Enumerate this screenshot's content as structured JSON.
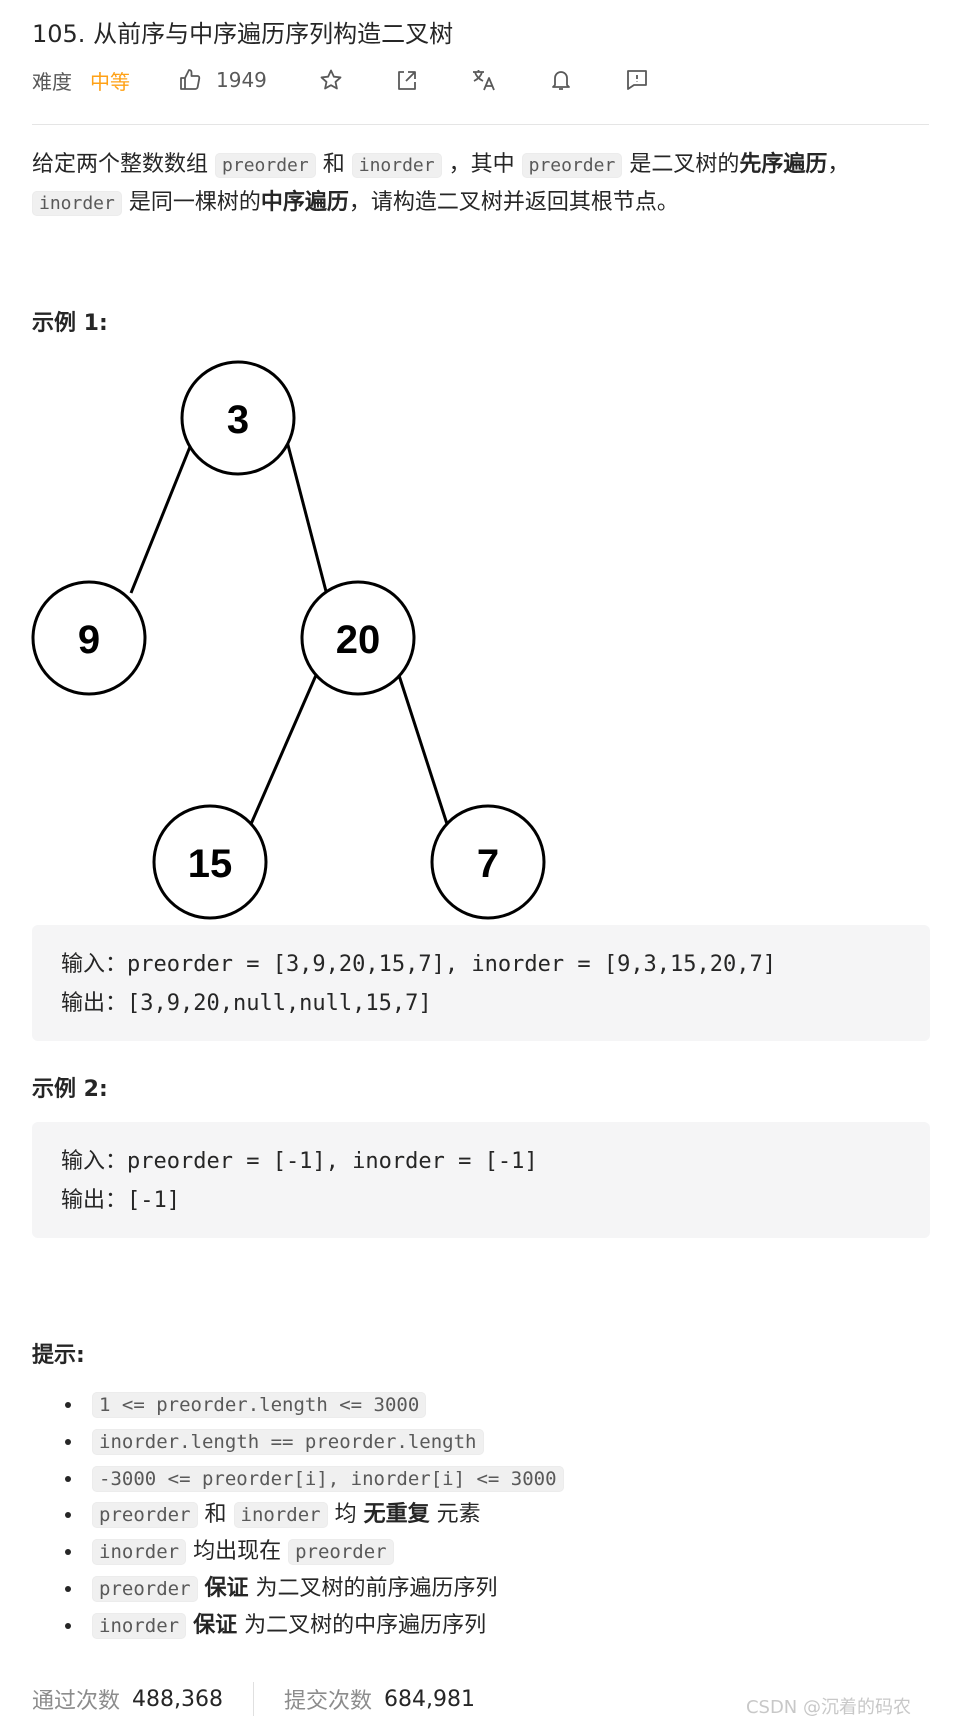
{
  "problem": {
    "title": "105. 从前序与中序遍历序列构造二叉树",
    "difficulty_label": "难度",
    "difficulty": "中等",
    "likes": "1949"
  },
  "toolbar_icons": [
    "thumbs-up-icon",
    "star-icon",
    "share-icon",
    "translate-icon",
    "bell-icon",
    "feedback-icon"
  ],
  "description": {
    "t1": "给定两个整数数组",
    "c1": "preorder",
    "t2": "和",
    "c2": "inorder",
    "t3": "，其中",
    "c3": "preorder",
    "t4": "是二叉树的",
    "b1": "先序遍历",
    "t5": "，",
    "c4": "inorder",
    "t6": "是同一棵树的",
    "b2": "中序遍历",
    "t7": "，请构造二叉树并返回其根节点。"
  },
  "example1": {
    "title": "示例 1:",
    "tree_nodes": [
      "3",
      "9",
      "20",
      "15",
      "7"
    ],
    "input_line": "输入：preorder = [3,9,20,15,7], inorder = [9,3,15,20,7]",
    "output_line": "输出：[3,9,20,null,null,15,7]"
  },
  "example2": {
    "title": "示例 2:",
    "input_line": "输入：preorder = [-1], inorder = [-1]",
    "output_line": "输出：[-1]"
  },
  "hints": {
    "title": "提示:",
    "h1": "1 <= preorder.length <= 3000",
    "h2": "inorder.length == preorder.length",
    "h3": "-3000 <= preorder[i], inorder[i] <= 3000",
    "h4_c1": "preorder",
    "h4_t1": "和",
    "h4_c2": "inorder",
    "h4_t2": "均",
    "h4_b": "无重复",
    "h4_t3": "元素",
    "h5_c1": "inorder",
    "h5_t1": "均出现在",
    "h5_c2": "preorder",
    "h6_c": "preorder",
    "h6_b": "保证",
    "h6_t": "为二叉树的前序遍历序列",
    "h7_c": "inorder",
    "h7_b": "保证",
    "h7_t": "为二叉树的中序遍历序列"
  },
  "stats": {
    "accepted_label": "通过次数",
    "accepted": "488,368",
    "submissions_label": "提交次数",
    "submissions": "684,981"
  },
  "watermark": "CSDN @沉着的码农"
}
